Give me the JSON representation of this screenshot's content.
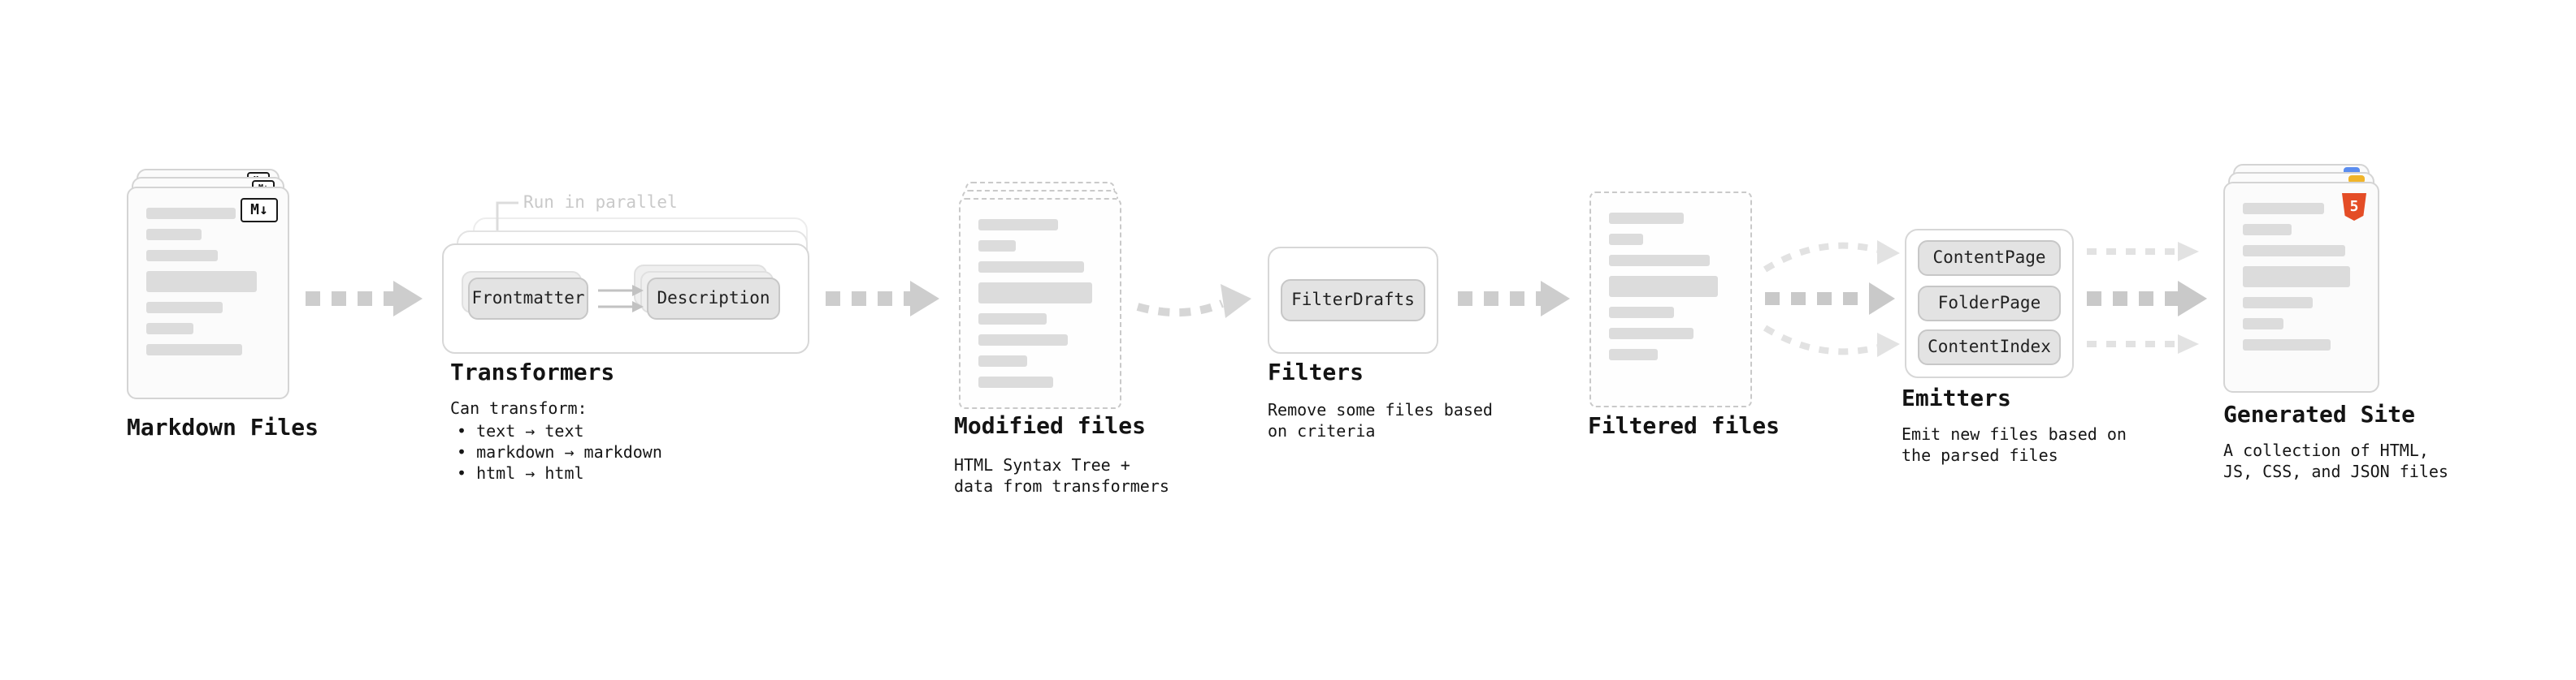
{
  "markdown_files": {
    "label": "Markdown Files",
    "badge": "M↓"
  },
  "transformers": {
    "label": "Transformers",
    "annotation": "Run in parallel",
    "nodes": [
      "Frontmatter",
      "Description"
    ],
    "caption_title": "Can transform:",
    "bullets": [
      "• text → text",
      "• markdown → markdown",
      "• html → html"
    ]
  },
  "modified_files": {
    "label": "Modified files",
    "caption": "HTML Syntax Tree +\ndata from transformers"
  },
  "filters": {
    "label": "Filters",
    "nodes": [
      "FilterDrafts"
    ],
    "caption": "Remove some files based\non criteria"
  },
  "filtered_files": {
    "label": "Filtered files"
  },
  "emitters": {
    "label": "Emitters",
    "nodes": [
      "ContentPage",
      "FolderPage",
      "ContentIndex"
    ],
    "caption": "Emit new files based on\nthe parsed files"
  },
  "generated_site": {
    "label": "Generated Site",
    "badge": "5",
    "caption": "A collection of HTML,\nJS, CSS, and JSON files"
  },
  "colors": {
    "arrow_gray": "#cdcdcd",
    "arrow_light": "#e2e2e2",
    "card_border": "#d4d4d4",
    "bar_gray": "#dcdcdc",
    "node_bg": "#e3e3e3",
    "html5_orange": "#e44d26"
  }
}
